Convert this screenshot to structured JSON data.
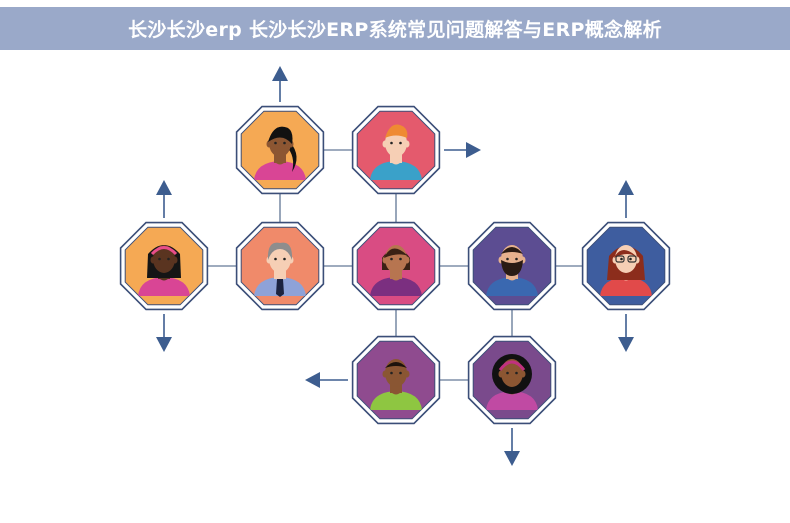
{
  "header": {
    "title": "长沙长沙erp 长沙长沙ERP系统常见问题解答与ERP概念解析"
  },
  "colors": {
    "banner": "#9aa9c9",
    "connector": "#7f8fa8",
    "arrow": "#3d5d8f",
    "octagon_outline": "#3b4e78"
  },
  "people": [
    {
      "id": "p1",
      "desc": "woman-ponytail-avatar",
      "bg": "#f5a954",
      "shirt": "#d94595",
      "skin": "#8c5632",
      "hair": "#111111"
    },
    {
      "id": "p2",
      "desc": "man-orange-hair-avatar",
      "bg": "#e45a6d",
      "shirt": "#3aa1c9",
      "skin": "#f6cfb5",
      "hair": "#ef8a33"
    },
    {
      "id": "p3",
      "desc": "woman-headband-avatar",
      "bg": "#f5a954",
      "shirt": "#d94595",
      "skin": "#5a3420",
      "hair": "#151515"
    },
    {
      "id": "p4",
      "desc": "man-gray-hair-tie-avatar",
      "bg": "#f08a6a",
      "shirt": "#8ea2d8",
      "skin": "#f6cfb5",
      "hair": "#8d8d8d"
    },
    {
      "id": "p5",
      "desc": "woman-short-hair-avatar",
      "bg": "#d94c83",
      "shirt": "#7b2f80",
      "skin": "#b77550",
      "hair": "#3a2115"
    },
    {
      "id": "p6",
      "desc": "man-beard-avatar",
      "bg": "#5c4d92",
      "shirt": "#3a68b0",
      "skin": "#e6b18e",
      "hair": "#2a1b14"
    },
    {
      "id": "p7",
      "desc": "woman-glasses-avatar",
      "bg": "#3e5d9f",
      "shirt": "#e14a4a",
      "skin": "#f6cfb5",
      "hair": "#8c2d1c"
    },
    {
      "id": "p8",
      "desc": "man-green-shirt-avatar",
      "bg": "#8f4b8f",
      "shirt": "#8ec641",
      "skin": "#8a5633",
      "hair": "#1c120c"
    },
    {
      "id": "p9",
      "desc": "woman-curly-hair-avatar",
      "bg": "#7a4a8c",
      "shirt": "#c04aa3",
      "skin": "#8c5632",
      "hair": "#111111"
    }
  ]
}
